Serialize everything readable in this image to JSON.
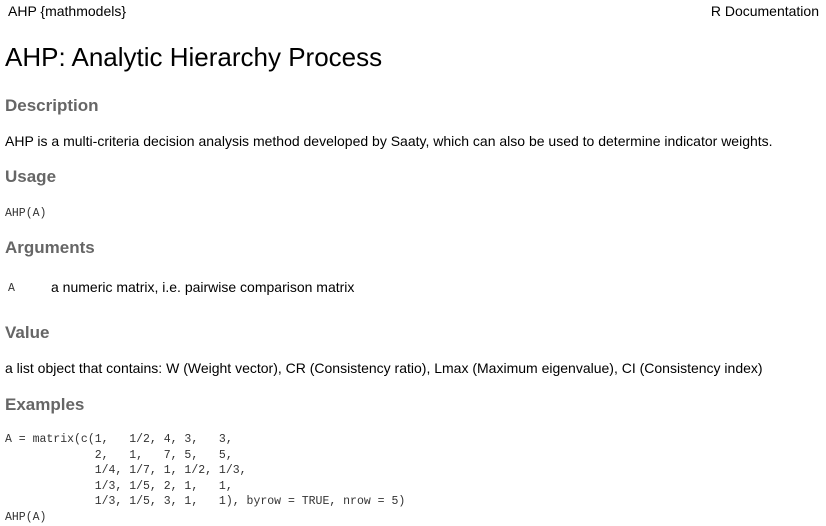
{
  "header": {
    "package": "AHP {mathmodels}",
    "doc_label": "R Documentation"
  },
  "title": "AHP: Analytic Hierarchy Process",
  "sections": {
    "description": {
      "heading": "Description",
      "text": "AHP is a multi-criteria decision analysis method developed by Saaty, which can also be used to determine indicator weights."
    },
    "usage": {
      "heading": "Usage",
      "code": "AHP(A)"
    },
    "arguments": {
      "heading": "Arguments",
      "items": [
        {
          "name": "A",
          "description": "a numeric matrix, i.e. pairwise comparison matrix"
        }
      ]
    },
    "value": {
      "heading": "Value",
      "text": "a list object that contains: W (Weight vector), CR (Consistency ratio), Lmax (Maximum eigenvalue), CI (Consistency index)"
    },
    "examples": {
      "heading": "Examples",
      "code": "A = matrix(c(1,   1/2, 4, 3,   3,\n             2,   1,   7, 5,   5,\n             1/4, 1/7, 1, 1/2, 1/3,\n             1/3, 1/5, 2, 1,   1,\n             1/3, 1/5, 3, 1,   1), byrow = TRUE, nrow = 5)\nAHP(A)"
    }
  }
}
